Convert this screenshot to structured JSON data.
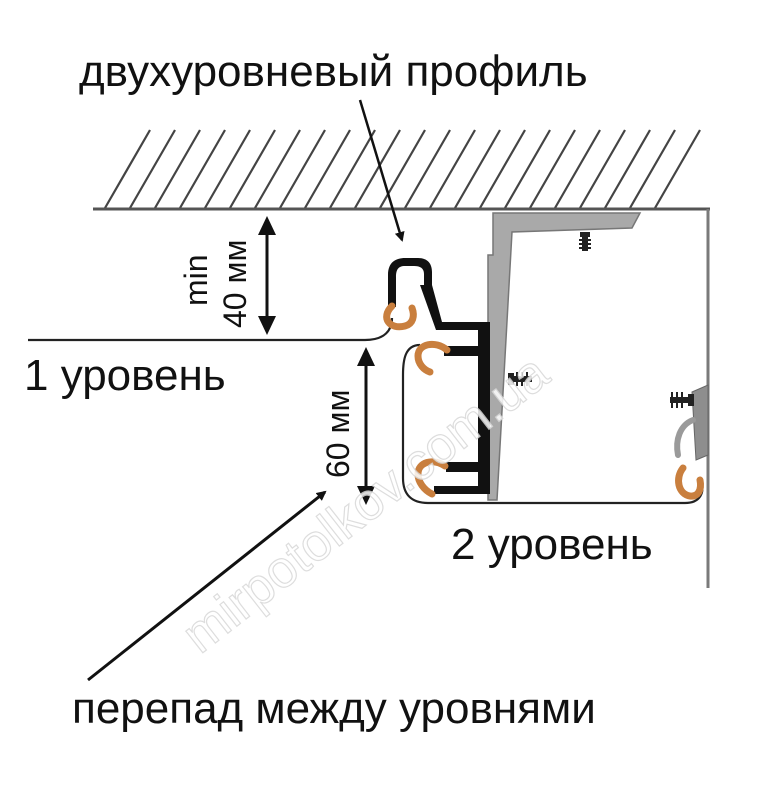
{
  "labels": {
    "profile": "двухуровневый профиль",
    "level1": "1 уровень",
    "level2": "2 уровень",
    "difference": "перепад между уровнями",
    "min_line1": "min",
    "min_line2": "40 мм",
    "height60": "60 мм",
    "watermark": "mirpotolkov.com.ua"
  },
  "colors": {
    "ink": "#111111",
    "hatch": "#444444",
    "mount": "#a9a9a9",
    "mount_dark": "#8e8e8e",
    "harpoon": "#c97f3e",
    "profile": "#111111"
  }
}
